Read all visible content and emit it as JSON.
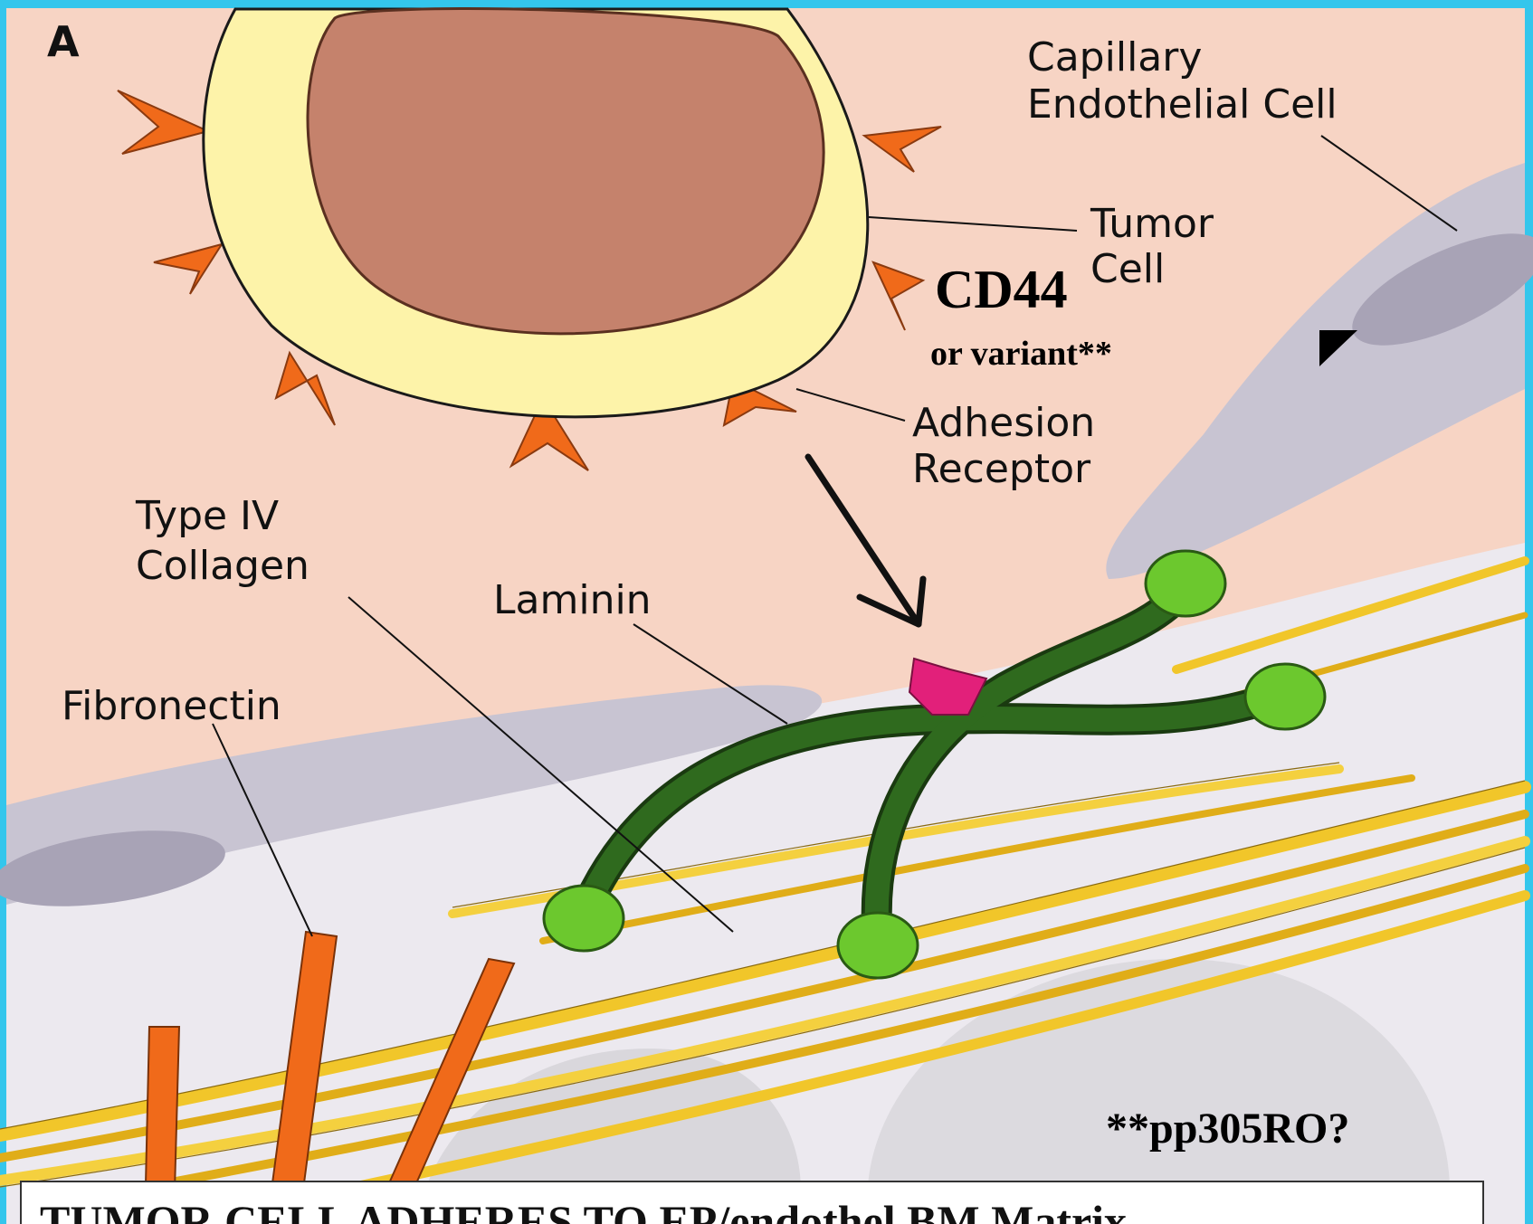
{
  "panel_letter": "A",
  "labels": {
    "capillary_line1": "Capillary",
    "capillary_line2": "Endothelial Cell",
    "tumor_line1": "Tumor",
    "tumor_line2": "Cell",
    "cd44": "CD44",
    "variant": "or variant**",
    "adhesion_line1": "Adhesion",
    "adhesion_line2": "Receptor",
    "collagen_line1": "Type IV",
    "collagen_line2": "Collagen",
    "laminin": "Laminin",
    "fibronectin": "Fibronectin",
    "footnote": "**pp305RO?"
  },
  "caption": "TUMOR CELL ADHERES TO EP/endothel BM Matrix",
  "colors": {
    "frame": "#34c6ec",
    "background_pink": "#f7d4c4",
    "tumor_nucleus": "#c5826c",
    "tumor_cytoplasm": "#fdf3a9",
    "receptor": "#f06a1a",
    "laminin": "#2f6a1e",
    "laminin_nodes": "#6cc82e",
    "collagen": "#f1c62a",
    "fibronectin": "#f06a1a",
    "endothelium": "#c8c4d2",
    "ligand": "#e2207a"
  }
}
